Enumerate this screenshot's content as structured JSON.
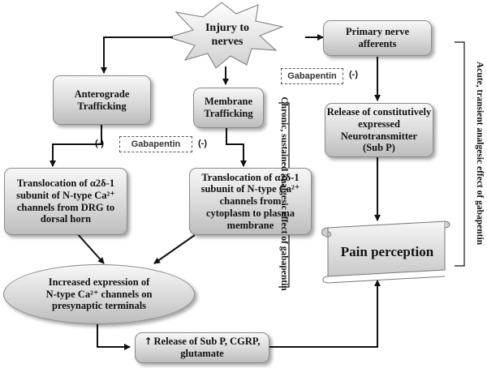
{
  "injury": [
    "Injury to",
    "nerves"
  ],
  "primary_afferents": [
    "Primary nerve",
    "afferents"
  ],
  "anterograde": [
    "Anterograde",
    "Trafficking"
  ],
  "membrane": [
    "Membrane",
    "Trafficking"
  ],
  "release_constitutive": [
    "Release of constitutively",
    "expressed",
    "Neurotransmitter",
    "(Sub P)"
  ],
  "translocation_left": [
    "Translocation of α2δ-1",
    "subunit of N-type Ca²⁺",
    "channels from DRG to",
    "dorsal horn"
  ],
  "translocation_right": [
    "Translocation of α2δ-1",
    "subunit of N-type Ca²⁺",
    "channels from",
    "cytoplasm to plasma",
    "membrane"
  ],
  "increased_expression": [
    "Increased expression of",
    "N-type Ca²⁺ channels on",
    "presynaptic terminals"
  ],
  "release_sub_p": [
    "Release of Sub P, CGRP,",
    "glutamate"
  ],
  "release_arrow_symbol": "↑",
  "pain_perception": "Pain perception",
  "gabapentin_left": "Gabapentin",
  "gabapentin_right": "Gabapentin",
  "inhibit_1": "(-)",
  "inhibit_2": "(-)",
  "inhibit_3": "(-)",
  "chronic_label": "Chronic, sustained analgesic effect of gabapentin",
  "acute_label": "Acute, transient analgesic effect of gabapentin"
}
